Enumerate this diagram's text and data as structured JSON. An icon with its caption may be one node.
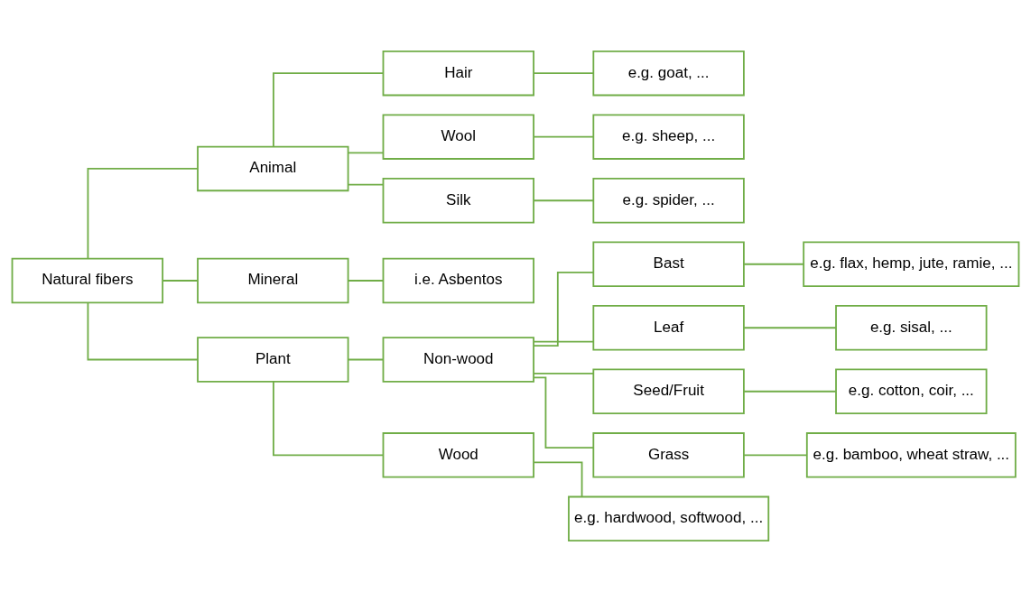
{
  "diagram": {
    "nodes": [
      {
        "text": [
          "Natural fibers"
        ]
      },
      {
        "text": [
          "Animal"
        ]
      },
      {
        "text": [
          "Mineral"
        ]
      },
      {
        "text": [
          "Plant"
        ]
      },
      {
        "text": [
          "Hair"
        ]
      },
      {
        "text": [
          "e.g. goat, ..."
        ]
      },
      {
        "text": [
          "Wool"
        ]
      },
      {
        "text": [
          "e.g. sheep, ..."
        ]
      },
      {
        "text": [
          "Silk"
        ]
      },
      {
        "text": [
          "e.g. spider, ..."
        ]
      },
      {
        "text": [
          "i.e. Asbentos"
        ]
      },
      {
        "text": [
          "Non-wood"
        ]
      },
      {
        "text": [
          "Wood"
        ]
      },
      {
        "text": [
          "Bast"
        ]
      },
      {
        "text": [
          "e.g. flax, hemp, jute, ramie, ..."
        ]
      },
      {
        "text": [
          "Leaf"
        ]
      },
      {
        "text": [
          "e.g. sisal, ..."
        ]
      },
      {
        "text": [
          "Seed/Fruit"
        ]
      },
      {
        "text": [
          "e.g. cotton, coir, ..."
        ]
      },
      {
        "text": [
          "Grass"
        ]
      },
      {
        "text": [
          "e.g. bamboo, wheat straw, ..."
        ]
      },
      {
        "text": [
          "e.g. hardwood, softwood, ..."
        ]
      }
    ],
    "edges": [
      {
        "from": 0,
        "to": 1,
        "arrow": "none"
      },
      {
        "from": 0,
        "to": 2,
        "arrow": "none"
      },
      {
        "from": 0,
        "to": 3,
        "arrow": "none"
      },
      {
        "from": 1,
        "to": 4,
        "arrow": "none"
      },
      {
        "from": 1,
        "to": 6,
        "arrow": "none"
      },
      {
        "from": 1,
        "to": 8,
        "arrow": "none"
      },
      {
        "from": 4,
        "to": 5,
        "arrow": "none"
      },
      {
        "from": 6,
        "to": 7,
        "arrow": "none"
      },
      {
        "from": 8,
        "to": 9,
        "arrow": "none"
      },
      {
        "from": 2,
        "to": 10,
        "arrow": "none"
      },
      {
        "from": 3,
        "to": 11,
        "arrow": "none"
      },
      {
        "from": 3,
        "to": 12,
        "arrow": "none"
      },
      {
        "from": 11,
        "to": 13,
        "arrow": "none"
      },
      {
        "from": 11,
        "to": 15,
        "arrow": "none"
      },
      {
        "from": 11,
        "to": 17,
        "arrow": "none"
      },
      {
        "from": 11,
        "to": 19,
        "arrow": "none"
      },
      {
        "from": 13,
        "to": 14,
        "arrow": "none"
      },
      {
        "from": 15,
        "to": 16,
        "arrow": "none"
      },
      {
        "from": 17,
        "to": 18,
        "arrow": "none"
      },
      {
        "from": 19,
        "to": 20,
        "arrow": "none"
      },
      {
        "from": 12,
        "to": 21,
        "arrow": "none"
      }
    ]
  }
}
